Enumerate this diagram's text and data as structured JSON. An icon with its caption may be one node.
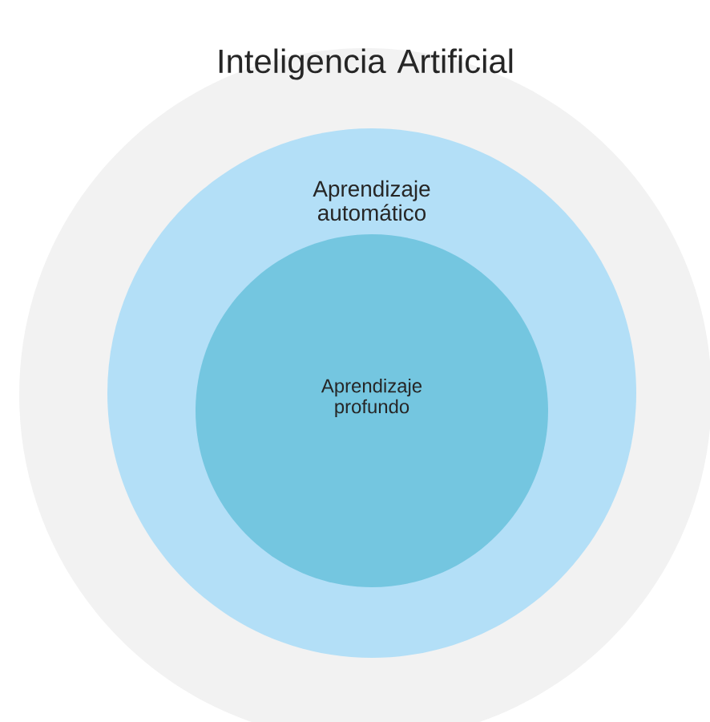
{
  "diagram": {
    "nodes": [
      {
        "text": [
          "Inteligencia Artificial"
        ]
      },
      {
        "text": [
          "Aprendizaje automático"
        ],
        "in": 0
      },
      {
        "text": [
          "Aprendizaje profundo"
        ],
        "in": 1
      }
    ]
  }
}
